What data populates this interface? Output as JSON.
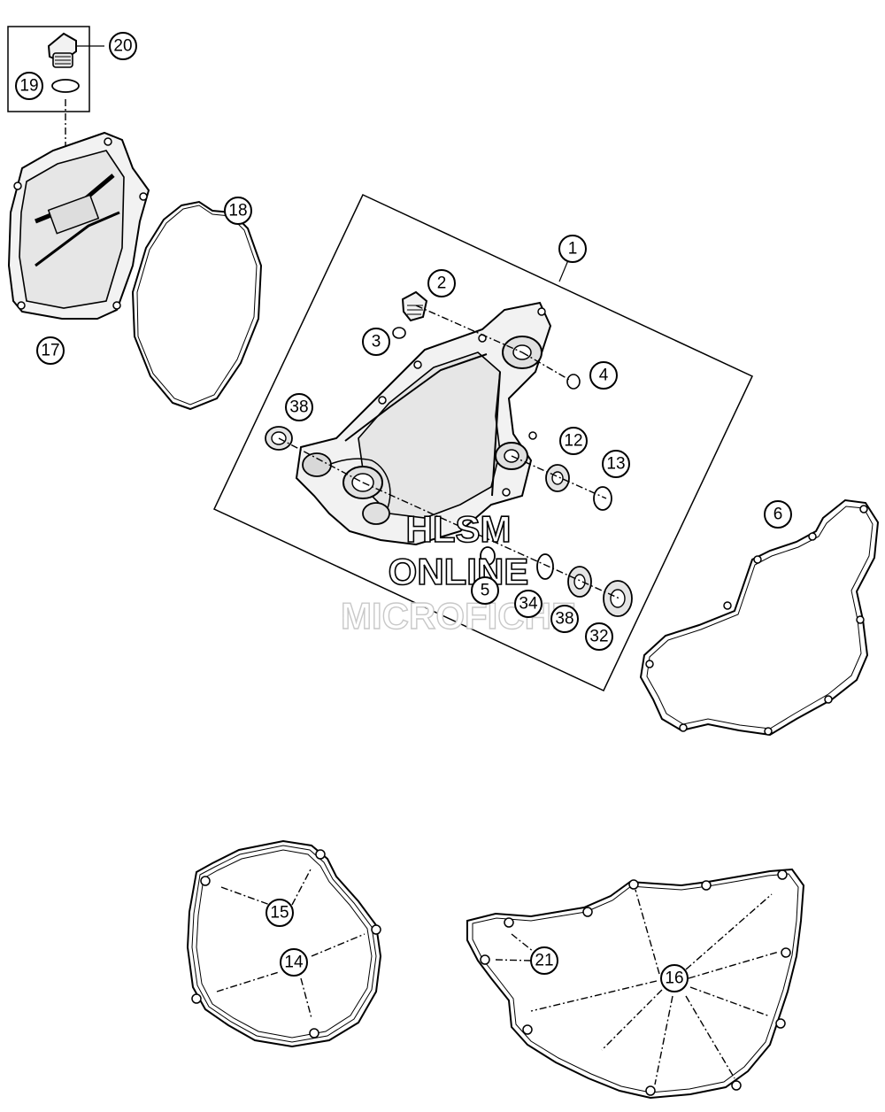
{
  "watermark": {
    "line1": "HLSM",
    "line2": "ONLINE",
    "line3": "MICROFICHE"
  },
  "callouts": {
    "c1": "1",
    "c2": "2",
    "c3": "3",
    "c4": "4",
    "c5": "5",
    "c6": "6",
    "c12": "12",
    "c13": "13",
    "c14": "14",
    "c15": "15",
    "c16": "16",
    "c17": "17",
    "c18": "18",
    "c19": "19",
    "c20": "20",
    "c21": "21",
    "c32": "32",
    "c34": "34",
    "c38a": "38",
    "c38b": "38"
  }
}
